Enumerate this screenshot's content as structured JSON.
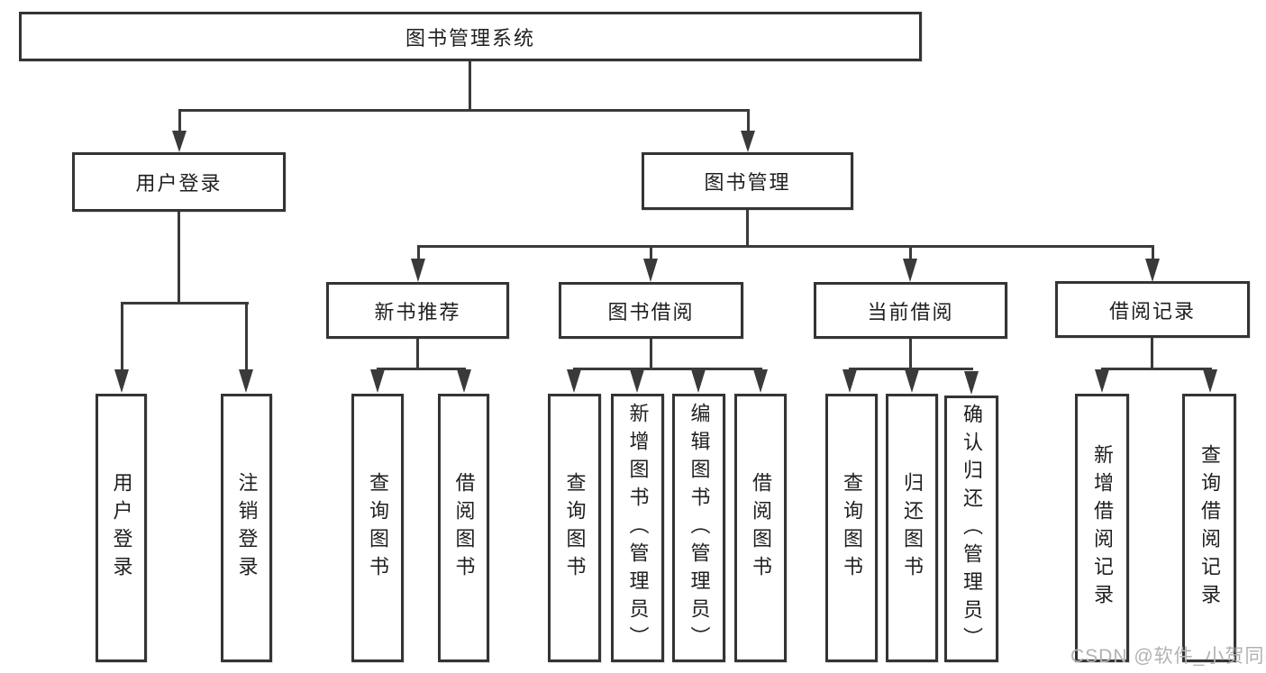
{
  "diagram_title": "图书管理系统",
  "nodes": {
    "root": {
      "label": "图书管理系统"
    },
    "user_login": {
      "label": "用户登录",
      "children": [
        {
          "label": "用户登录"
        },
        {
          "label": "注销登录"
        }
      ]
    },
    "book_mgmt": {
      "label": "图书管理",
      "groups": [
        {
          "label": "新书推荐",
          "children": [
            {
              "label": "查询图书"
            },
            {
              "label": "借阅图书"
            }
          ]
        },
        {
          "label": "图书借阅",
          "children": [
            {
              "label": "查询图书"
            },
            {
              "label": "新增图书（管理员）"
            },
            {
              "label": "编辑图书（管理员）"
            },
            {
              "label": "借阅图书"
            }
          ]
        },
        {
          "label": "当前借阅",
          "children": [
            {
              "label": "查询图书"
            },
            {
              "label": "归还图书"
            },
            {
              "label": "确认归还（管理员）"
            }
          ]
        },
        {
          "label": "借阅记录",
          "children": [
            {
              "label": "新增借阅记录"
            },
            {
              "label": "查询借阅记录"
            }
          ]
        }
      ]
    }
  },
  "watermark": "CSDN @软件_小贺同学",
  "colors": {
    "line": "#3a3a3a",
    "box_border": "#343434",
    "text": "#1f1f1f",
    "watermark": "#b2b2b2",
    "background": "#ffffff"
  }
}
